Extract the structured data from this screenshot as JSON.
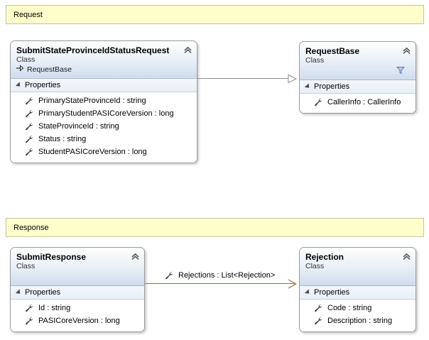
{
  "bands": {
    "request": "Request",
    "response": "Response"
  },
  "classes": {
    "submit_request": {
      "name": "SubmitStateProvinceIdStatusRequest",
      "stereotype": "Class",
      "base": "RequestBase",
      "compartment": "Properties",
      "members": [
        "PrimaryStateProvinceId : string",
        "PrimaryStudentPASICoreVersion : long",
        "StateProvinceId : string",
        "Status : string",
        "StudentPASICoreVersion : long"
      ]
    },
    "request_base": {
      "name": "RequestBase",
      "stereotype": "Class",
      "compartment": "Properties",
      "members": [
        "CallerInfo : CallerInfo"
      ]
    },
    "submit_response": {
      "name": "SubmitResponse",
      "stereotype": "Class",
      "compartment": "Properties",
      "members": [
        "Id : string",
        "PASICoreVersion : long"
      ]
    },
    "rejection": {
      "name": "Rejection",
      "stereotype": "Class",
      "compartment": "Properties",
      "members": [
        "Code : string",
        "Description : string"
      ]
    }
  },
  "connectors": {
    "inheritance_label": "",
    "association_label": "Rejections : List<Rejection>"
  },
  "icons": {
    "collapse": "chevron-up-icon",
    "filter": "funnel-icon",
    "property": "wrench-icon",
    "inherit": "inherit-arrow-icon",
    "expander": "triangle-expanded-icon"
  },
  "colors": {
    "band_fill": "#ffffcc",
    "band_border": "#c4c496",
    "header_gradient_top": "#fdfeff",
    "header_gradient_bottom": "#cfdcec",
    "box_border": "#9a9a9a",
    "association_line": "#9c6b4f",
    "inheritance_line": "#8c8c8c",
    "funnel_blue": "#5b8fc9"
  }
}
